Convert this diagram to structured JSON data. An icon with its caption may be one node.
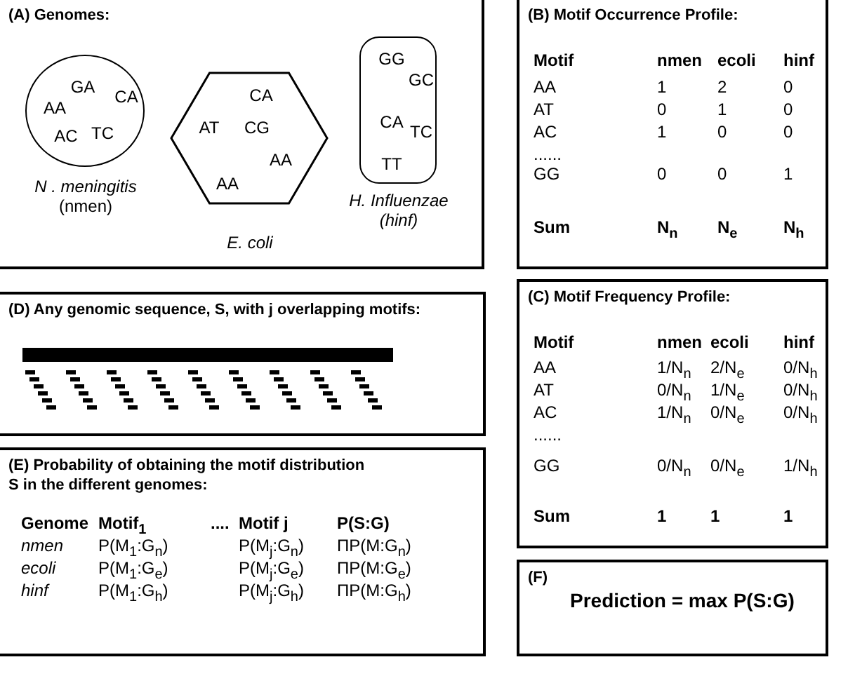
{
  "diagram": {
    "nodes": [
      {
        "text": [
          "(A) Genomes:"
        ]
      },
      {
        "text": [
          "GA",
          "CA",
          "AA",
          "AC",
          "TC"
        ],
        "in": 0,
        "beside": [
          "*N . meningitis* (nmen)"
        ]
      },
      {
        "text": [
          "CA",
          "AT",
          "CG",
          "AA",
          "AA"
        ],
        "in": 0,
        "beside": [
          "E. coli"
        ]
      },
      {
        "text": [
          "GG",
          "GC",
          "CA",
          "TC",
          "TT"
        ],
        "in": 0,
        "beside": [
          "H. Influenzae (hinf)"
        ]
      },
      {
        "text": [
          "(B) Motif Occurrence Profile:",
          "Motif",
          "nmen",
          "ecoli",
          "hinf",
          "AA",
          "1",
          "2",
          "0",
          "AT",
          "0",
          "1",
          "0",
          "AC",
          "1",
          "0",
          "0",
          "......",
          "GG",
          "0",
          "0",
          "1",
          "Sum",
          "N$_{n}$",
          "N$_{e}$",
          "N$_{h}$"
        ]
      },
      {
        "text": [
          "(D) Any genomic sequence, S, with j overlapping motifs:"
        ]
      },
      {
        "text": [
          "(C) Motif Frequency Profile:",
          "Motif",
          "nmen",
          "ecoli",
          "hinf",
          "AA",
          "1/N$_{n}$",
          "2/N$_{e}$",
          "0/N$_{h}$",
          "AT",
          "0/N$_{n}$",
          "1/N$_{e}$",
          "0/N$_{h}$",
          "AC",
          "1/N$_{n}$",
          "0/N$_{e}$",
          "0/N$_{h}$",
          "......",
          "GG",
          "0/N$_{n}$",
          "0/N$_{e}$",
          "1/N$_{h}$",
          "Sum",
          "1",
          "1",
          "1"
        ]
      },
      {
        "text": [
          "(E) Probability of obtaining the motif distribution S in the different genomes:",
          "Genome",
          "Motif$_{1}$",
          "....",
          "Motif j",
          "P(S:G)",
          "nmen",
          "P(M$_{1}$:G$_{n}$)",
          "P(M$_{j}$:G$_{n}$)",
          "ΠP(M:G$_{n}$)",
          "ecoli",
          "P(M$_{1}$:G$_{e}$)",
          "P(M$_{j}$:G$_{e}$)",
          "ΠP(M:G$_{e}$)",
          "hinf",
          "P(M$_{1}$:G$_{h}$)",
          "P(M$_{j}$:G$_{h}$)",
          "ΠP(M:G$_{h}$)"
        ]
      },
      {
        "text": [
          "(F)",
          "Prediction = max P(S:G)"
        ]
      }
    ]
  }
}
